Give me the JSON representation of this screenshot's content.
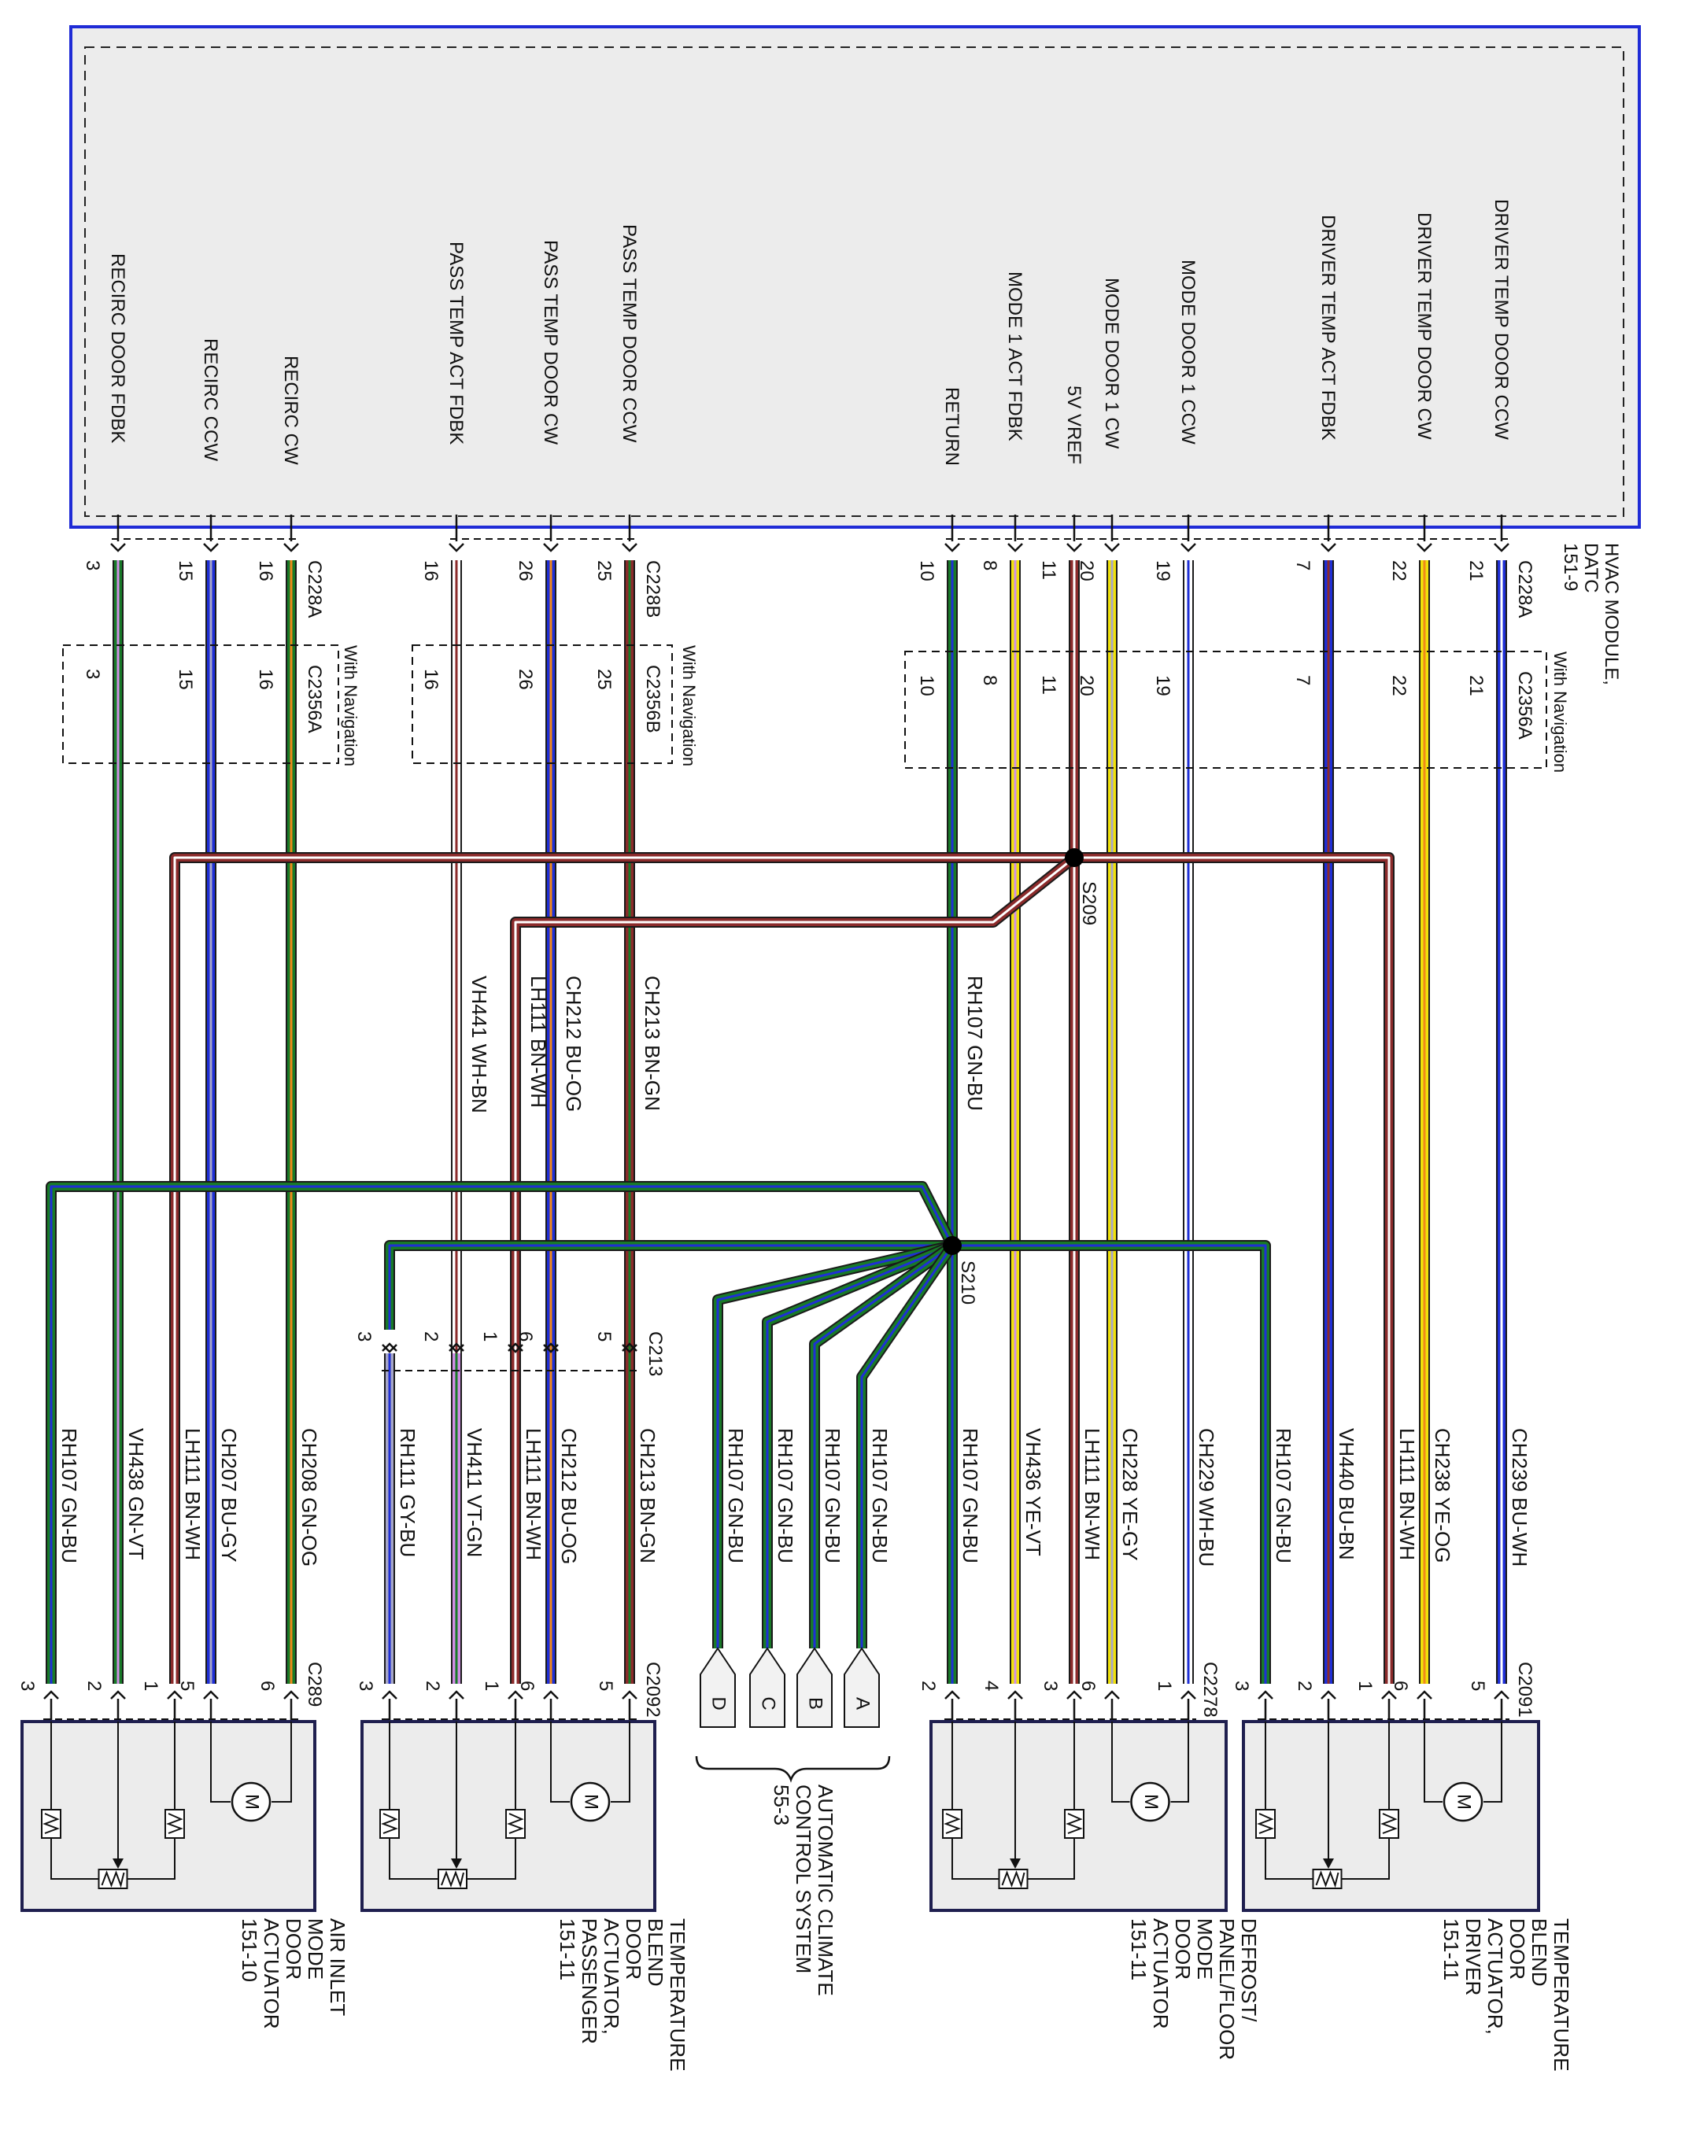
{
  "colors": {
    "GN": "#187a28",
    "BU": "#1f2fd6",
    "BN": "#8b2b2b",
    "WH": "#ffffff",
    "YE": "#f0e20a",
    "VT": "#d18fe6",
    "GY": "#a7a7c7",
    "OG": "#f08a1a",
    "outline": "#1f1f4f",
    "module_border": "#1f2bd6",
    "box_fill": "#ececec"
  },
  "module": {
    "title_lines": [
      "HVAC MODULE,",
      "DATC",
      "151-9"
    ],
    "pins": [
      {
        "label": "RECIRC DOOR FDBK"
      },
      {
        "label": "RECIRC CCW"
      },
      {
        "label": "RECIRC CW"
      },
      {
        "label": "PASS TEMP ACT FDBK"
      },
      {
        "label": "PASS TEMP DOOR CW"
      },
      {
        "label": "PASS TEMP DOOR CCW"
      },
      {
        "label": "RETURN"
      },
      {
        "label": "MODE 1 ACT FDBK"
      },
      {
        "label": "5V VREF"
      },
      {
        "label": "MODE DOOR 1 CW"
      },
      {
        "label": "MODE DOOR 1 CCW"
      },
      {
        "label": "DRIVER TEMP ACT FDBK"
      },
      {
        "label": "DRIVER TEMP DOOR CW"
      },
      {
        "label": "DRIVER TEMP DOOR CCW"
      }
    ]
  },
  "connectors": {
    "c228a_a": {
      "name": "C228A",
      "pins": [
        "3",
        "15",
        "16"
      ]
    },
    "c228b": {
      "name": "C228B",
      "pins": [
        "16",
        "26",
        "25"
      ]
    },
    "c228a_b": {
      "name": "C228A",
      "pins": [
        "10",
        "8",
        "11",
        "20",
        "19",
        "7",
        "22",
        "21"
      ]
    },
    "c2356a_a": {
      "name": "C2356A",
      "pins": [
        "3",
        "15",
        "16"
      ],
      "note": "With Navigation"
    },
    "c2356b": {
      "name": "C2356B",
      "pins": [
        "16",
        "26",
        "25"
      ],
      "note": "With Navigation"
    },
    "c2356a_b": {
      "name": "C2356A",
      "pins": [
        "10",
        "8",
        "11",
        "20",
        "19",
        "7",
        "22",
        "21"
      ],
      "note": "With Navigation"
    },
    "c213": {
      "name": "C213",
      "pins": [
        "3",
        "2",
        "1",
        "6",
        "5"
      ]
    },
    "c289": {
      "name": "C289",
      "pins": [
        "3",
        "2",
        "1",
        "5",
        "6"
      ]
    },
    "c2092": {
      "name": "C2092",
      "pins": [
        "3",
        "2",
        "1",
        "6",
        "5"
      ]
    },
    "c2278": {
      "name": "C2278",
      "pins": [
        "2",
        "4",
        "3",
        "6",
        "1"
      ]
    },
    "c2091": {
      "name": "C2091",
      "pins": [
        "3",
        "2",
        "1",
        "6",
        "5"
      ]
    }
  },
  "splices": {
    "s209": "S209",
    "s210": "S210"
  },
  "circuits": {
    "upper": [
      {
        "circuit": "VH441",
        "color": "WH-BN"
      },
      {
        "circuit": "LH111",
        "color": "BN-WH"
      },
      {
        "circuit": "CH212",
        "color": "BU-OG"
      },
      {
        "circuit": "CH213",
        "color": "BN-GN"
      },
      {
        "circuit": "RH107",
        "color": "GN-BU"
      }
    ],
    "lower": [
      {
        "circuit": "RH107",
        "color": "GN-BU"
      },
      {
        "circuit": "VH438",
        "color": "GN-VT"
      },
      {
        "circuit": "LH111",
        "color": "BN-WH"
      },
      {
        "circuit": "CH207",
        "color": "BU-GY"
      },
      {
        "circuit": "CH208",
        "color": "GN-OG"
      },
      {
        "circuit": "RH111",
        "color": "GY-BU"
      },
      {
        "circuit": "VH411",
        "color": "VT-GN"
      },
      {
        "circuit": "LH111",
        "color": "BN-WH"
      },
      {
        "circuit": "CH212",
        "color": "BU-OG"
      },
      {
        "circuit": "CH213",
        "color": "BN-GN"
      },
      {
        "circuit": "RH107",
        "color": "GN-BU"
      },
      {
        "circuit": "RH107",
        "color": "GN-BU"
      },
      {
        "circuit": "RH107",
        "color": "GN-BU"
      },
      {
        "circuit": "RH107",
        "color": "GN-BU"
      },
      {
        "circuit": "RH107",
        "color": "GN-BU"
      },
      {
        "circuit": "VH436",
        "color": "YE-VT"
      },
      {
        "circuit": "LH111",
        "color": "BN-WH"
      },
      {
        "circuit": "CH228",
        "color": "YE-GY"
      },
      {
        "circuit": "CH229",
        "color": "WH-BU"
      },
      {
        "circuit": "RH107",
        "color": "GN-BU"
      },
      {
        "circuit": "VH440",
        "color": "BU-BN"
      },
      {
        "circuit": "LH111",
        "color": "BN-WH"
      },
      {
        "circuit": "CH238",
        "color": "YE-OG"
      },
      {
        "circuit": "CH239",
        "color": "BU-WH"
      }
    ]
  },
  "ground_connector": {
    "pins": [
      "D",
      "C",
      "B",
      "A"
    ]
  },
  "components": {
    "air_inlet": [
      "AIR INLET",
      "MODE",
      "DOOR",
      "ACTUATOR",
      "151-10"
    ],
    "temp_pass": [
      "TEMPERATURE",
      "BLEND",
      "DOOR",
      "ACTUATOR,",
      "PASSENGER",
      "151-11"
    ],
    "auto_climate": [
      "AUTOMATIC CLIMATE",
      "CONTROL SYSTEM",
      "55-3"
    ],
    "defrost": [
      "DEFROST/",
      "PANEL/FLOOR",
      "MODE",
      "DOOR",
      "ACTUATOR",
      "151-11"
    ],
    "temp_driver": [
      "TEMPERATURE",
      "BLEND",
      "DOOR",
      "ACTUATOR,",
      "DRIVER",
      "151-11"
    ]
  },
  "motor_symbol": "M"
}
